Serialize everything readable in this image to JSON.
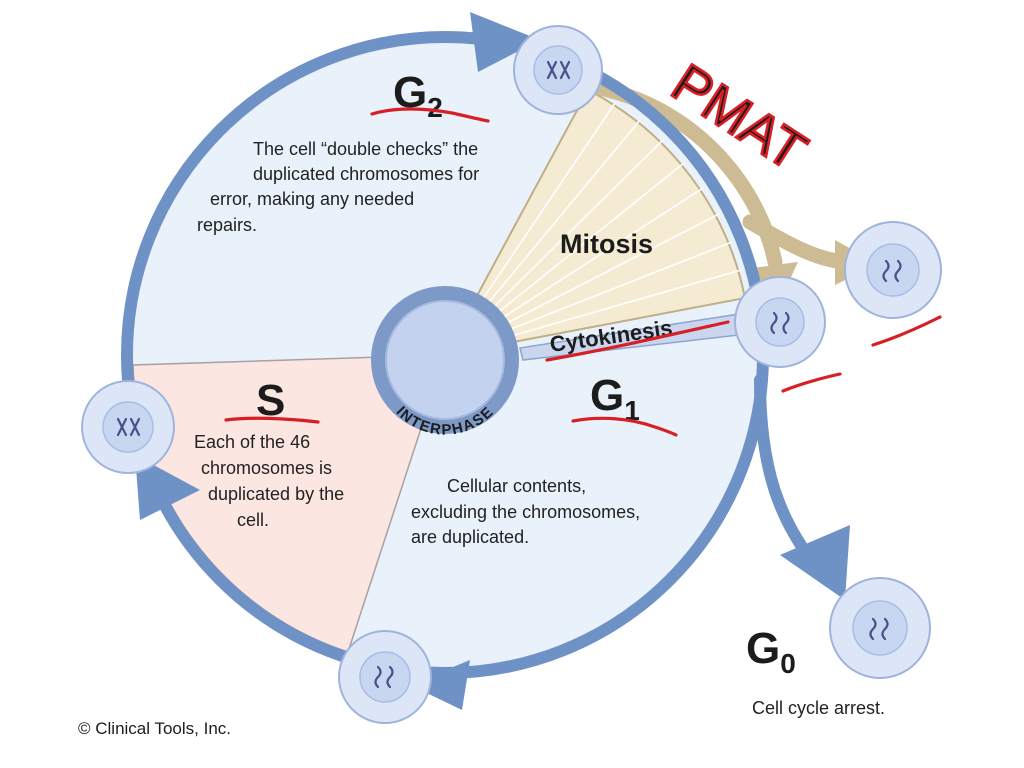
{
  "phases": {
    "g2": {
      "label": "G",
      "sub": "2",
      "desc_lines": [
        "The cell “double checks” the",
        "duplicated chromosomes for",
        "error, making any needed",
        "repairs."
      ]
    },
    "mitosis": {
      "label": "Mitosis"
    },
    "cytokinesis": {
      "label": "Cytokinesis"
    },
    "s": {
      "label": "S",
      "desc_lines": [
        "Each of the 46",
        "chromosomes is",
        "duplicated by the",
        "cell."
      ]
    },
    "g1": {
      "label": "G",
      "sub": "1",
      "desc_lines": [
        "Cellular contents,",
        "excluding the chromosomes,",
        "are duplicated."
      ]
    },
    "g0": {
      "label": "G",
      "sub": "0",
      "desc": "Cell cycle arrest."
    }
  },
  "center_label": "INTERPHASE",
  "handwriting": "PMAT",
  "copyright": "© Clinical Tools, Inc.",
  "colors": {
    "ring": "#6f92c6",
    "interphase_fill": "#e9f1fb",
    "s_fill": "#fbe6e1",
    "mitosis_fill": "#f4ebd2",
    "mitosis_stroke": "#bfae86",
    "cell": "#dde6f6",
    "annotation": "#d81f26"
  }
}
